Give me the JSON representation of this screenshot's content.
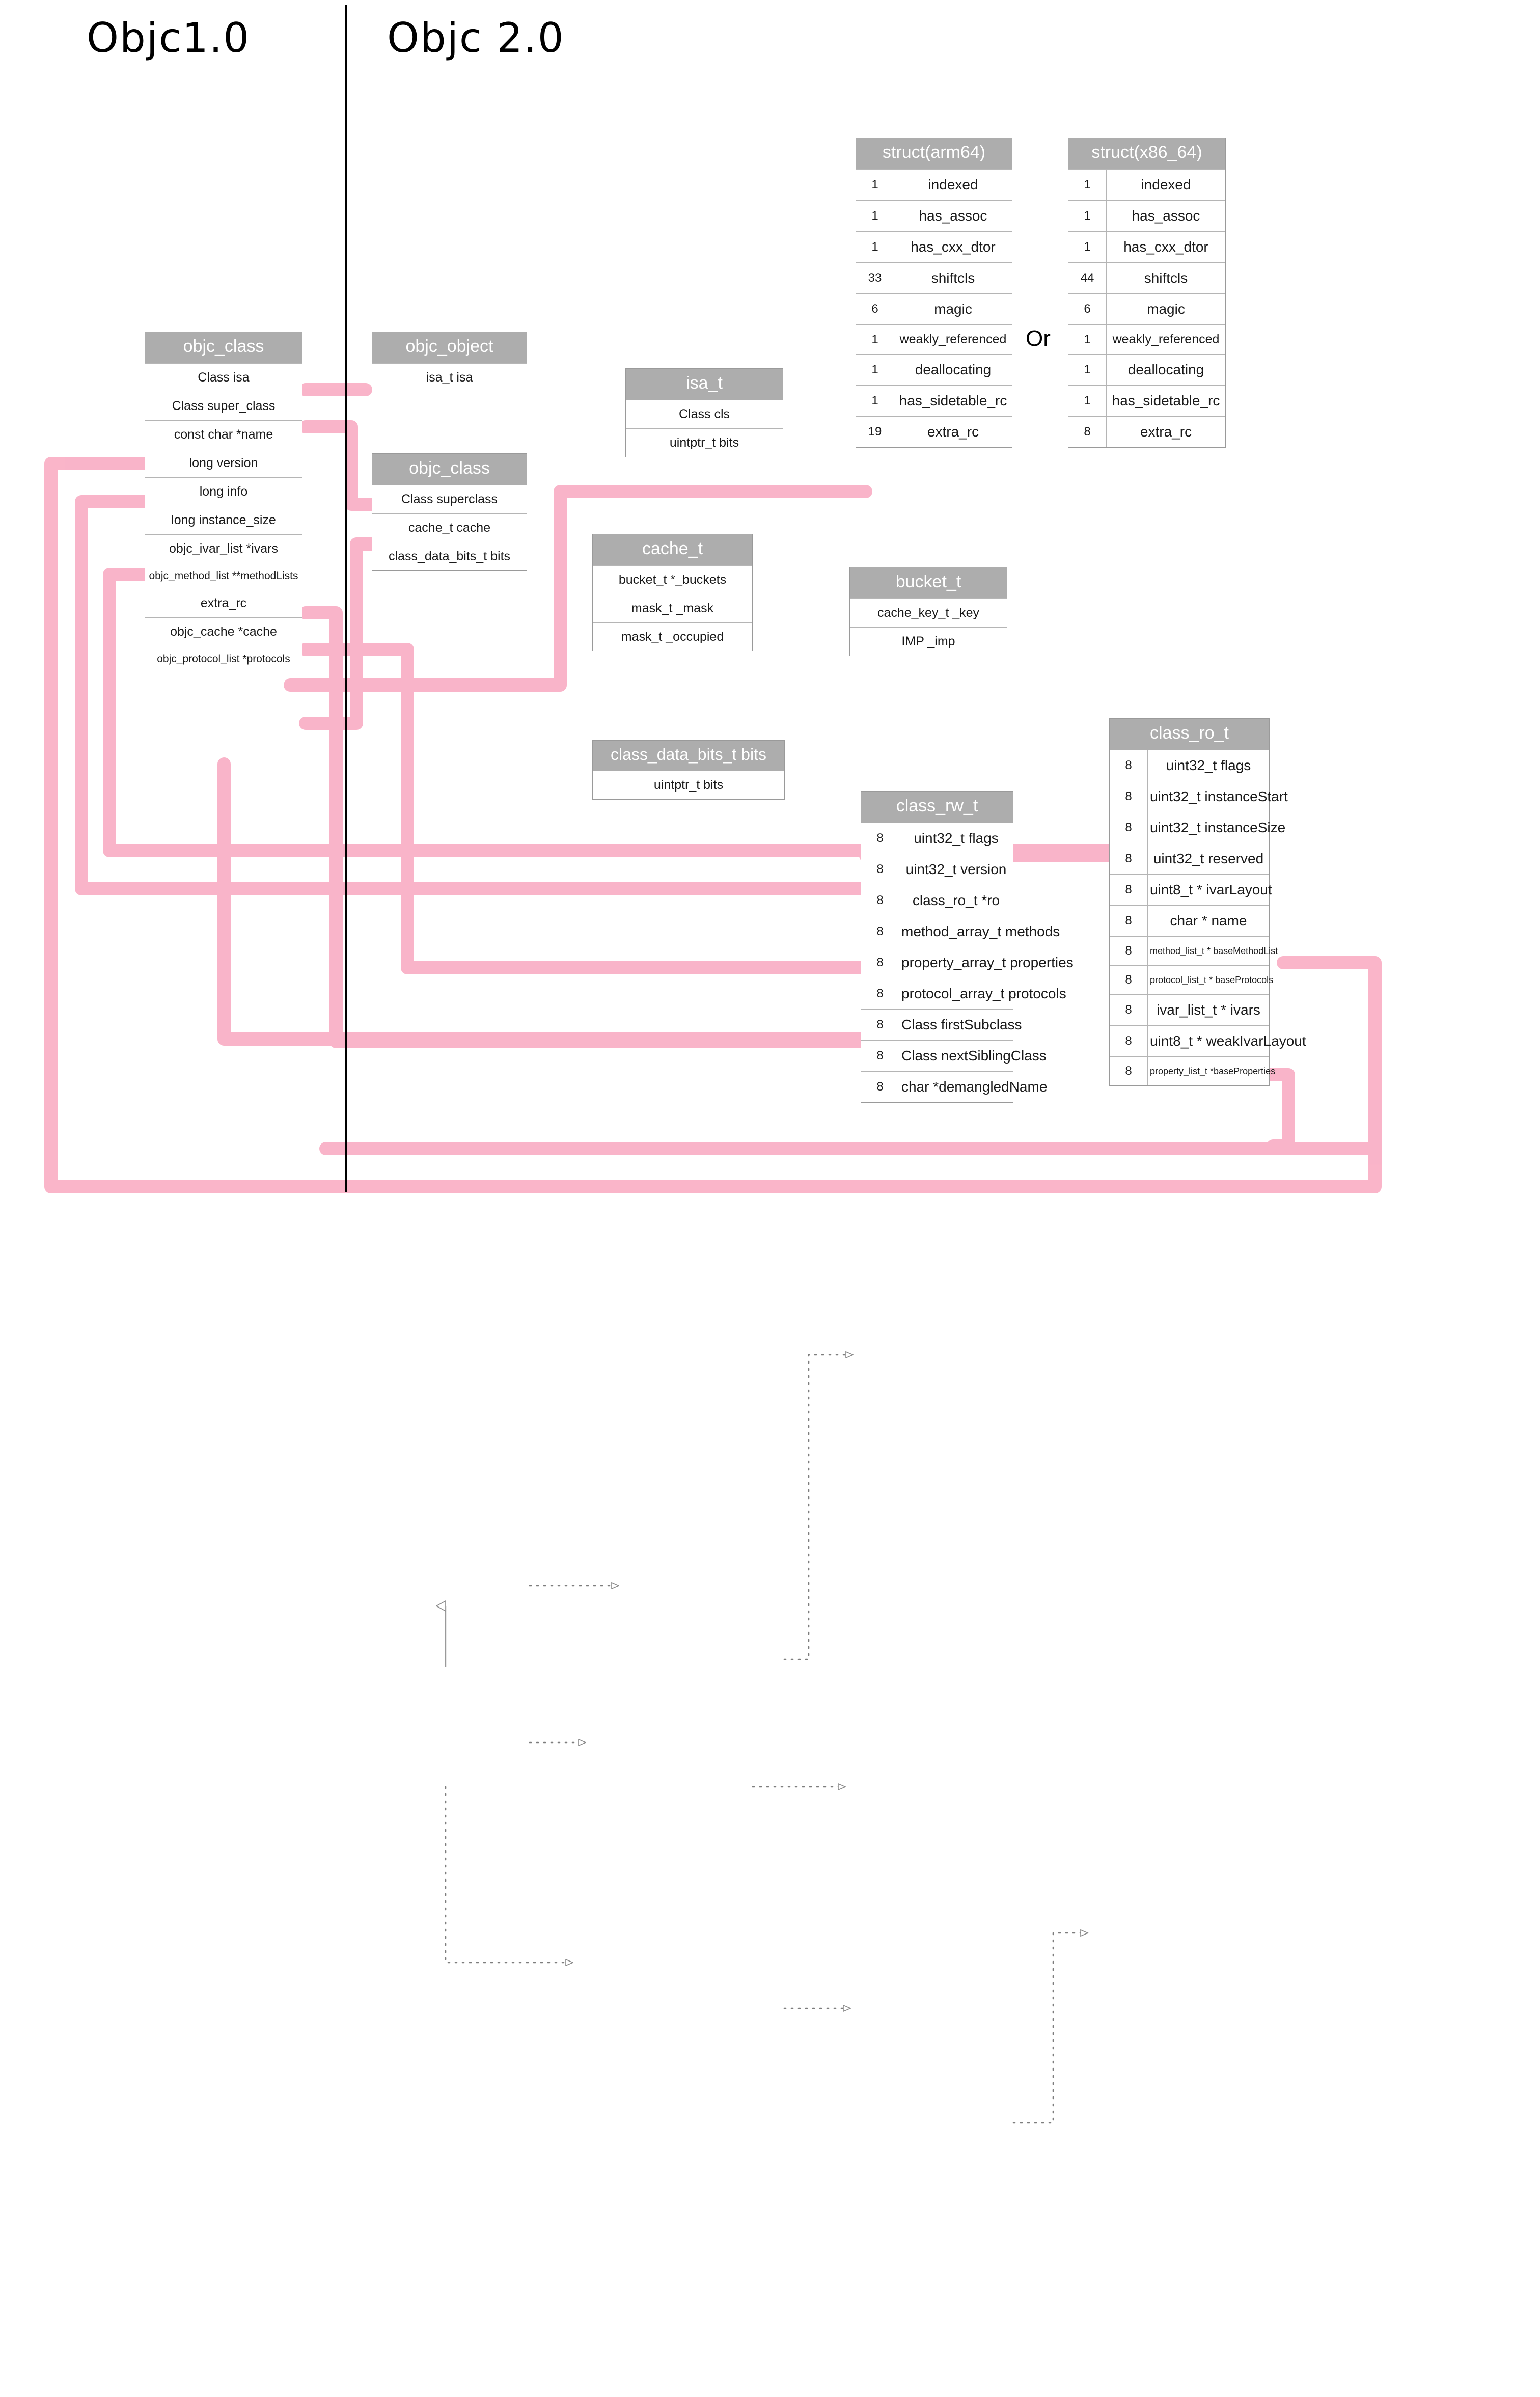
{
  "titles": {
    "left": "Objc1.0",
    "right": "Objc 2.0",
    "or": "Or"
  },
  "boxes": {
    "objc_class_1": {
      "title": "objc_class",
      "rows": [
        "Class isa",
        "Class super_class",
        "const char *name",
        "long version",
        "long info",
        "long instance_size",
        "objc_ivar_list *ivars",
        "objc_method_list **methodLists",
        "extra_rc",
        "objc_cache *cache",
        "objc_protocol_list *protocols"
      ]
    },
    "objc_object": {
      "title": "objc_object",
      "rows": [
        "isa_t isa"
      ]
    },
    "objc_class_2": {
      "title": "objc_class",
      "rows": [
        "Class superclass",
        "cache_t cache",
        "class_data_bits_t bits"
      ]
    },
    "isa_t": {
      "title": "isa_t",
      "rows": [
        "Class cls",
        "uintptr_t bits"
      ]
    },
    "cache_t": {
      "title": "cache_t",
      "rows": [
        "bucket_t *_buckets",
        "mask_t _mask",
        "mask_t _occupied"
      ]
    },
    "bucket_t": {
      "title": "bucket_t",
      "rows": [
        "cache_key_t _key",
        "IMP _imp"
      ]
    },
    "class_data_bits_t": {
      "title": "class_data_bits_t bits",
      "rows": [
        "uintptr_t bits"
      ]
    },
    "struct_arm64": {
      "title": "struct(arm64)",
      "rows": [
        {
          "width": "1",
          "name": "indexed"
        },
        {
          "width": "1",
          "name": "has_assoc"
        },
        {
          "width": "1",
          "name": "has_cxx_dtor"
        },
        {
          "width": "33",
          "name": "shiftcls"
        },
        {
          "width": "6",
          "name": "magic"
        },
        {
          "width": "1",
          "name": "weakly_referenced"
        },
        {
          "width": "1",
          "name": "deallocating"
        },
        {
          "width": "1",
          "name": "has_sidetable_rc"
        },
        {
          "width": "19",
          "name": "extra_rc"
        }
      ]
    },
    "struct_x86_64": {
      "title": "struct(x86_64)",
      "rows": [
        {
          "width": "1",
          "name": "indexed"
        },
        {
          "width": "1",
          "name": "has_assoc"
        },
        {
          "width": "1",
          "name": "has_cxx_dtor"
        },
        {
          "width": "44",
          "name": "shiftcls"
        },
        {
          "width": "6",
          "name": "magic"
        },
        {
          "width": "1",
          "name": "weakly_referenced"
        },
        {
          "width": "1",
          "name": "deallocating"
        },
        {
          "width": "1",
          "name": "has_sidetable_rc"
        },
        {
          "width": "8",
          "name": "extra_rc"
        }
      ]
    },
    "class_rw_t": {
      "title": "class_rw_t",
      "rows": [
        {
          "width": "8",
          "name": "uint32_t flags"
        },
        {
          "width": "8",
          "name": "uint32_t version"
        },
        {
          "width": "8",
          "name": "class_ro_t *ro"
        },
        {
          "width": "8",
          "name": "method_array_t methods"
        },
        {
          "width": "8",
          "name": "property_array_t properties"
        },
        {
          "width": "8",
          "name": "protocol_array_t protocols"
        },
        {
          "width": "8",
          "name": "Class firstSubclass"
        },
        {
          "width": "8",
          "name": "Class nextSiblingClass"
        },
        {
          "width": "8",
          "name": "char *demangledName"
        }
      ]
    },
    "class_ro_t": {
      "title": "class_ro_t",
      "rows": [
        {
          "width": "8",
          "name": "uint32_t flags"
        },
        {
          "width": "8",
          "name": "uint32_t instanceStart"
        },
        {
          "width": "8",
          "name": "uint32_t instanceSize"
        },
        {
          "width": "8",
          "name": "uint32_t reserved"
        },
        {
          "width": "8",
          "name": "uint8_t * ivarLayout"
        },
        {
          "width": "8",
          "name": "char * name"
        },
        {
          "width": "8",
          "name": "method_list_t * baseMethodList"
        },
        {
          "width": "8",
          "name": "protocol_list_t * baseProtocols"
        },
        {
          "width": "8",
          "name": "ivar_list_t * ivars"
        },
        {
          "width": "8",
          "name": "uint8_t * weakIvarLayout"
        },
        {
          "width": "8",
          "name": "property_list_t *baseProperties"
        }
      ]
    }
  },
  "colors": {
    "header_gray": "#adadad",
    "border_gray": "#9a9a9a",
    "connector_pink": "#f9a8c0",
    "divider_black": "#000000"
  }
}
